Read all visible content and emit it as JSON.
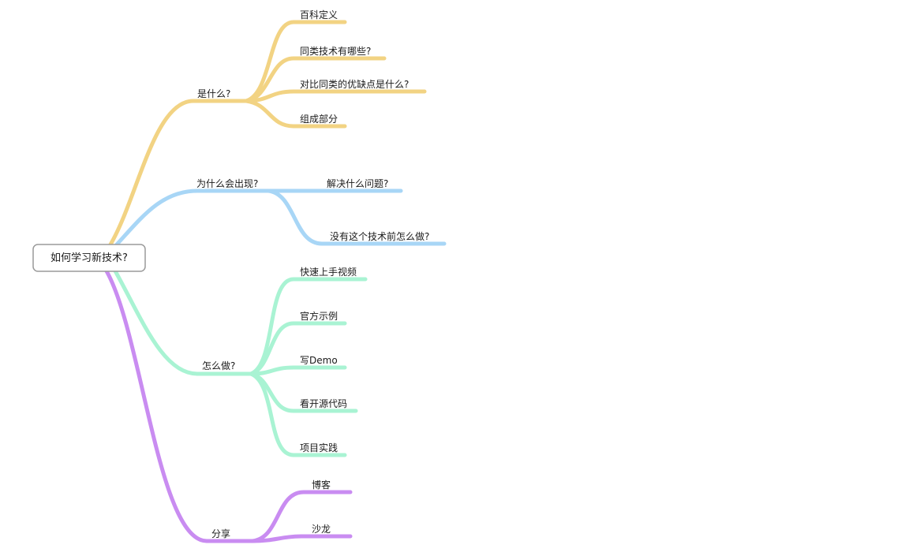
{
  "mindmap": {
    "root": {
      "label": "如何学习新技术?"
    },
    "branches": [
      {
        "label": "是什么?",
        "color": "#F2D383",
        "children": [
          "百科定义",
          "同类技术有哪些?",
          "对比同类的优缺点是什么?",
          "组成部分"
        ]
      },
      {
        "label": "为什么会出现?",
        "color": "#A8D6F6",
        "children": [
          "解决什么问题?",
          "没有这个技术前怎么做?"
        ]
      },
      {
        "label": "怎么做?",
        "color": "#A9F3D3",
        "children": [
          "快速上手视频",
          "官方示例",
          "写Demo",
          "看开源代码",
          "项目实践"
        ]
      },
      {
        "label": "分享",
        "color": "#C98CF1",
        "children": [
          "博客",
          "沙龙"
        ]
      }
    ]
  }
}
